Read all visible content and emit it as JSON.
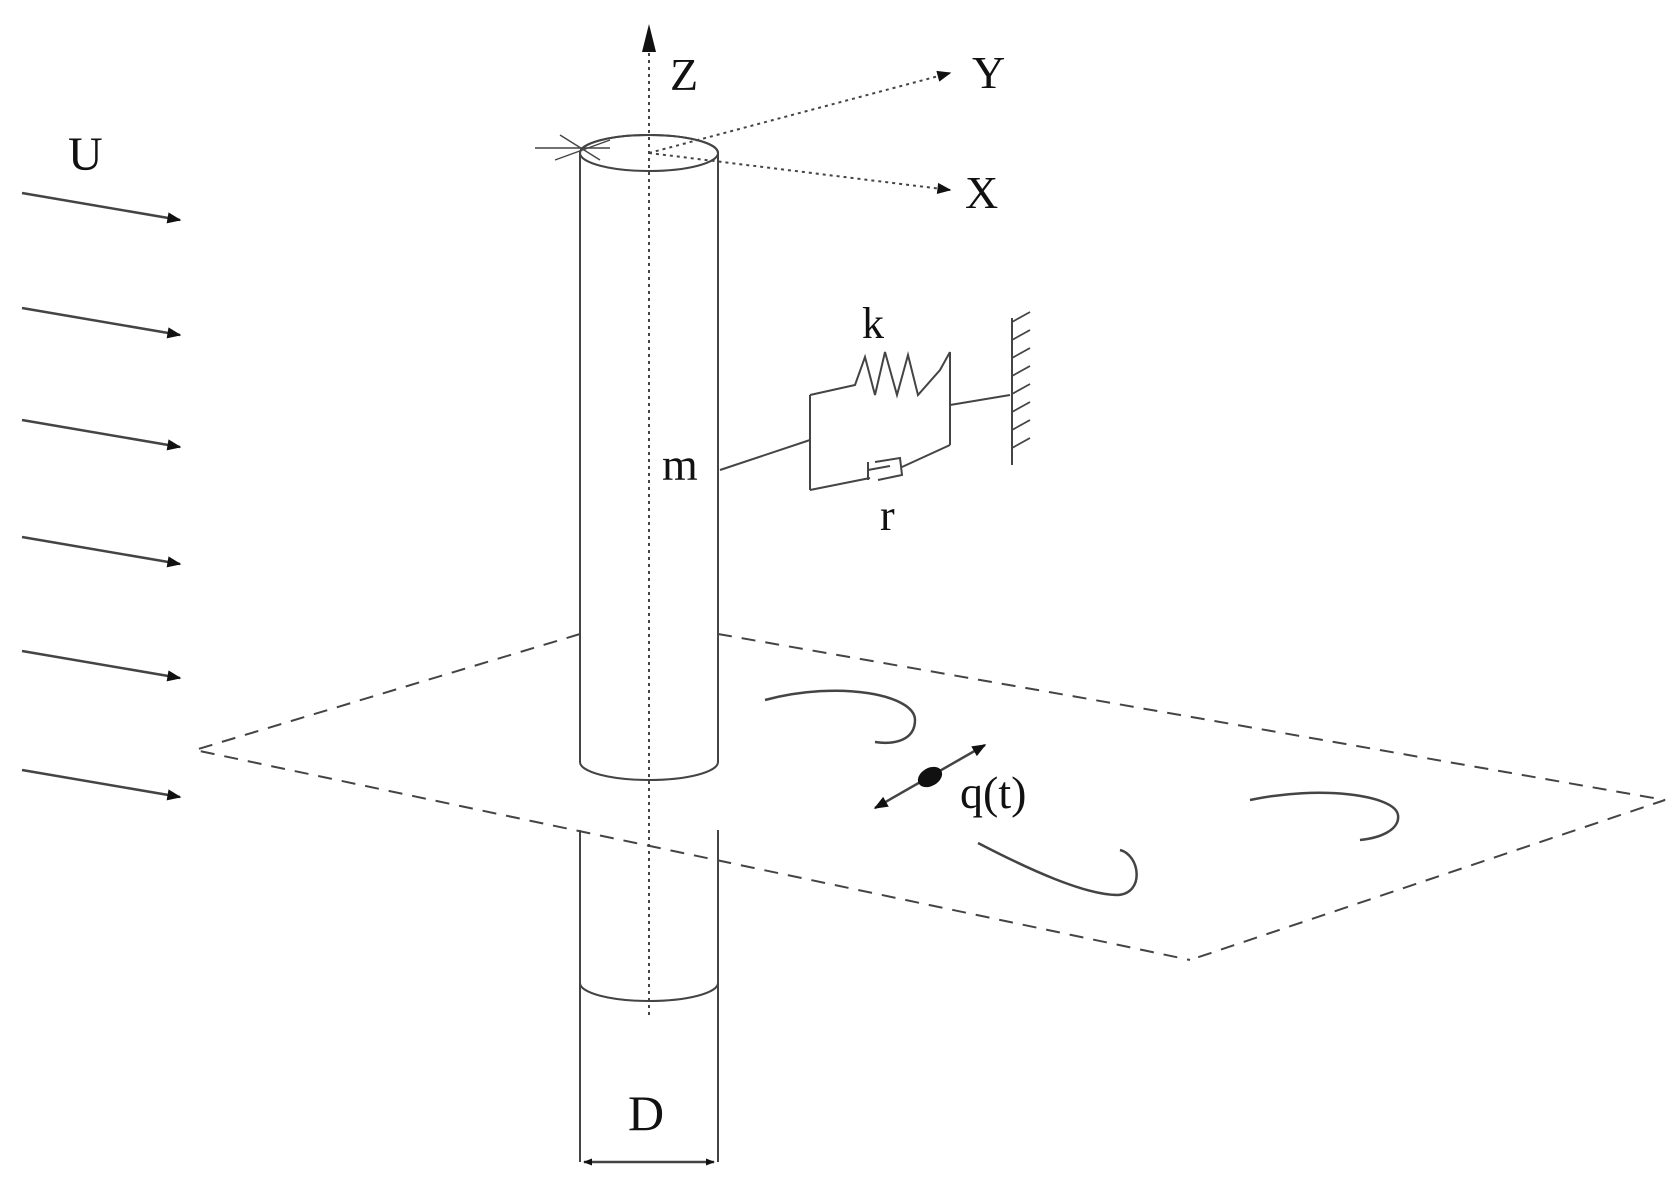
{
  "labels": {
    "z_axis": "Z",
    "y_axis": "Y",
    "x_axis": "X",
    "flow": "U",
    "stiffness": "k",
    "damping": "r",
    "mass": "m",
    "wake_variable": "q(t)",
    "diameter": "D"
  },
  "style": {
    "line_color": "#444444",
    "text_color": "#111111",
    "background": "#ffffff"
  }
}
